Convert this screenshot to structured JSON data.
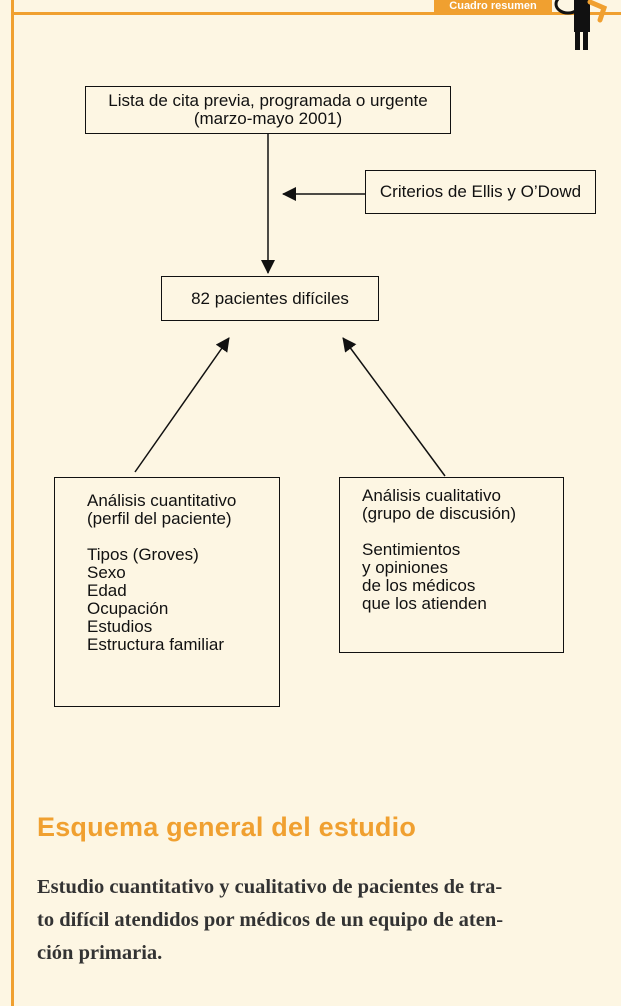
{
  "header": {
    "tag_label": "Cuadro resumen"
  },
  "diagram": {
    "top_box": {
      "lines": [
        "Lista de cita previa, programada o urgente",
        "(marzo-mayo 2001)"
      ]
    },
    "criteria_box": {
      "label": "Criterios de Ellis y O’Dowd"
    },
    "patients_box": {
      "label": "82 pacientes difíciles"
    },
    "left_box": {
      "title": [
        "Análisis cuantitativo",
        "(perfil del paciente)"
      ],
      "items": [
        "Tipos (Groves)",
        "Sexo",
        "Edad",
        "Ocupación",
        "Estudios",
        "Estructura familiar"
      ]
    },
    "right_box": {
      "title": [
        "Análisis cualitativo",
        "(grupo de discusión)"
      ],
      "items": [
        "Sentimientos",
        "y opiniones",
        "de los médicos",
        "que los atienden"
      ]
    }
  },
  "footer": {
    "heading": "Esquema general del estudio",
    "summary_lines": [
      "Estudio cuantitativo y cualitativo de pacientes de tra-",
      "to difícil atendidos por médicos de un equipo de aten-",
      "ción primaria."
    ]
  },
  "colors": {
    "accent": "#f0a030",
    "background": "#fdf6e3",
    "ink": "#111111"
  }
}
